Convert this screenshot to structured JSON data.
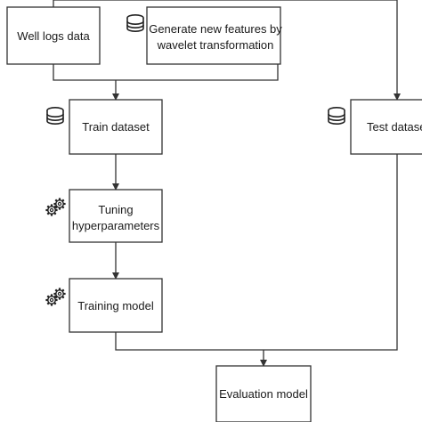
{
  "diagram": {
    "nodes": {
      "well_logs": {
        "label": "Well logs data"
      },
      "new_features": {
        "label_line1": "Generate new features by",
        "label_line2": "wavelet transformation"
      },
      "train_dataset": {
        "label": "Train dataset"
      },
      "test_dataset": {
        "label": "Test dataset"
      },
      "tuning": {
        "label_line1": "Tuning",
        "label_line2": "hyperparameters"
      },
      "training_model": {
        "label": "Training model"
      },
      "evaluation_model": {
        "label": "Evaluation model"
      }
    },
    "icons": {
      "well_logs": "database-icon",
      "train_dataset": "database-icon",
      "test_dataset": "database-icon",
      "tuning": "gears-icon",
      "training_model": "gears-icon"
    },
    "colors": {
      "stroke": "#333333",
      "text": "#1a1a1a",
      "background": "#ffffff"
    }
  }
}
